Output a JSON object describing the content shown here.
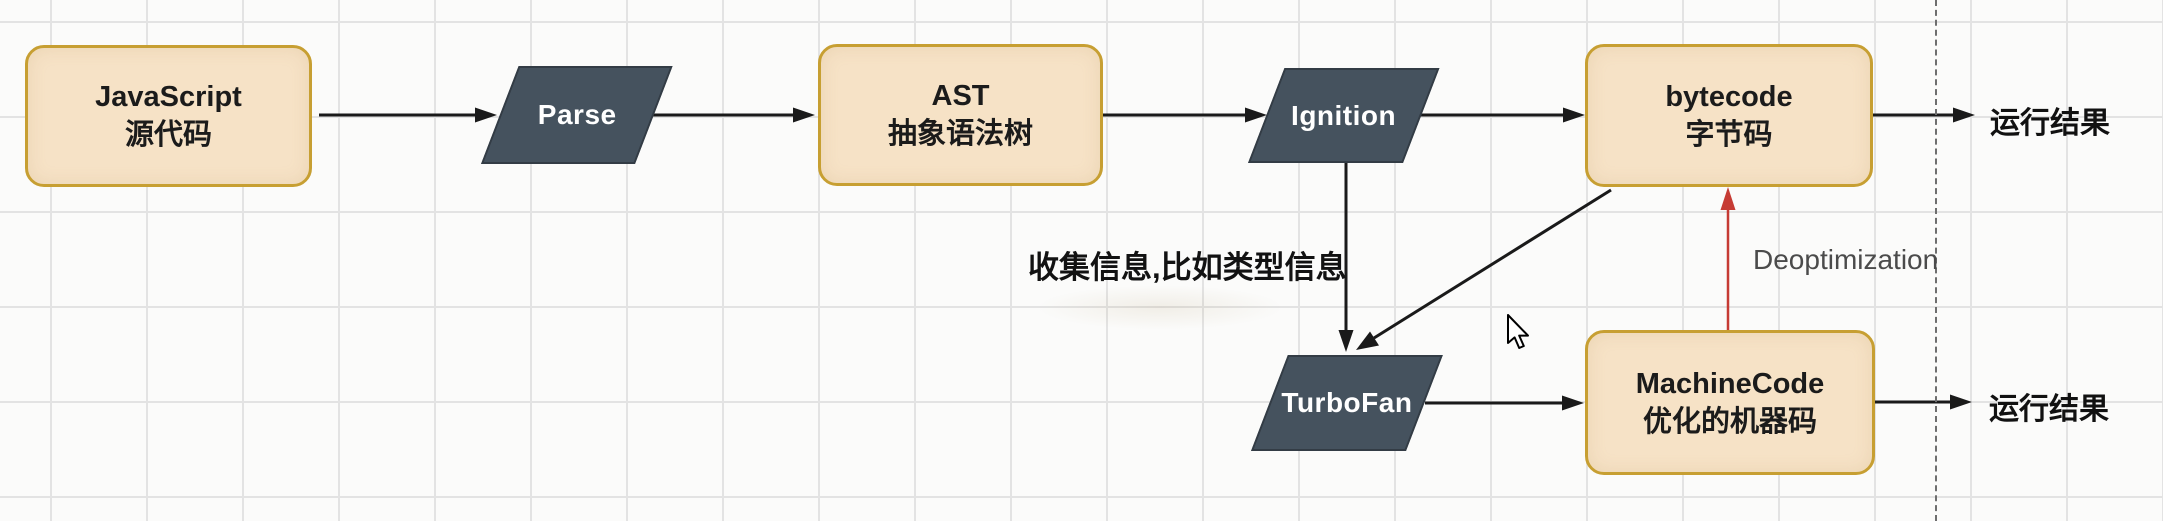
{
  "diagram": {
    "nodes": {
      "js_source": {
        "line1": "JavaScript",
        "line2": "源代码"
      },
      "parse": {
        "label": "Parse"
      },
      "ast": {
        "line1": "AST",
        "line2": "抽象语法树"
      },
      "ignition": {
        "label": "Ignition"
      },
      "bytecode": {
        "line1": "bytecode",
        "line2": "字节码"
      },
      "turbofan": {
        "label": "TurboFan"
      },
      "machine_code": {
        "line1": "MachineCode",
        "line2": "优化的机器码"
      },
      "result_top": {
        "label": "运行结果"
      },
      "result_bottom": {
        "label": "运行结果"
      }
    },
    "annotations": {
      "collect_info": "收集信息,比如类型信息",
      "deoptimization": "Deoptimization"
    },
    "icons": {
      "cursor": "arrow-pointer-icon"
    },
    "colors": {
      "background": "#fbfbfa",
      "grid_line": "#e3e3e3",
      "node_fill": "#f6e2c6",
      "node_border": "#c79f32",
      "process_fill": "#45525e",
      "process_border": "#333c45",
      "arrow": "#1a1a1a",
      "deopt_arrow": "#c63b34",
      "text_dark": "#1b1b1b",
      "text_gray": "#4b4b4b"
    }
  }
}
